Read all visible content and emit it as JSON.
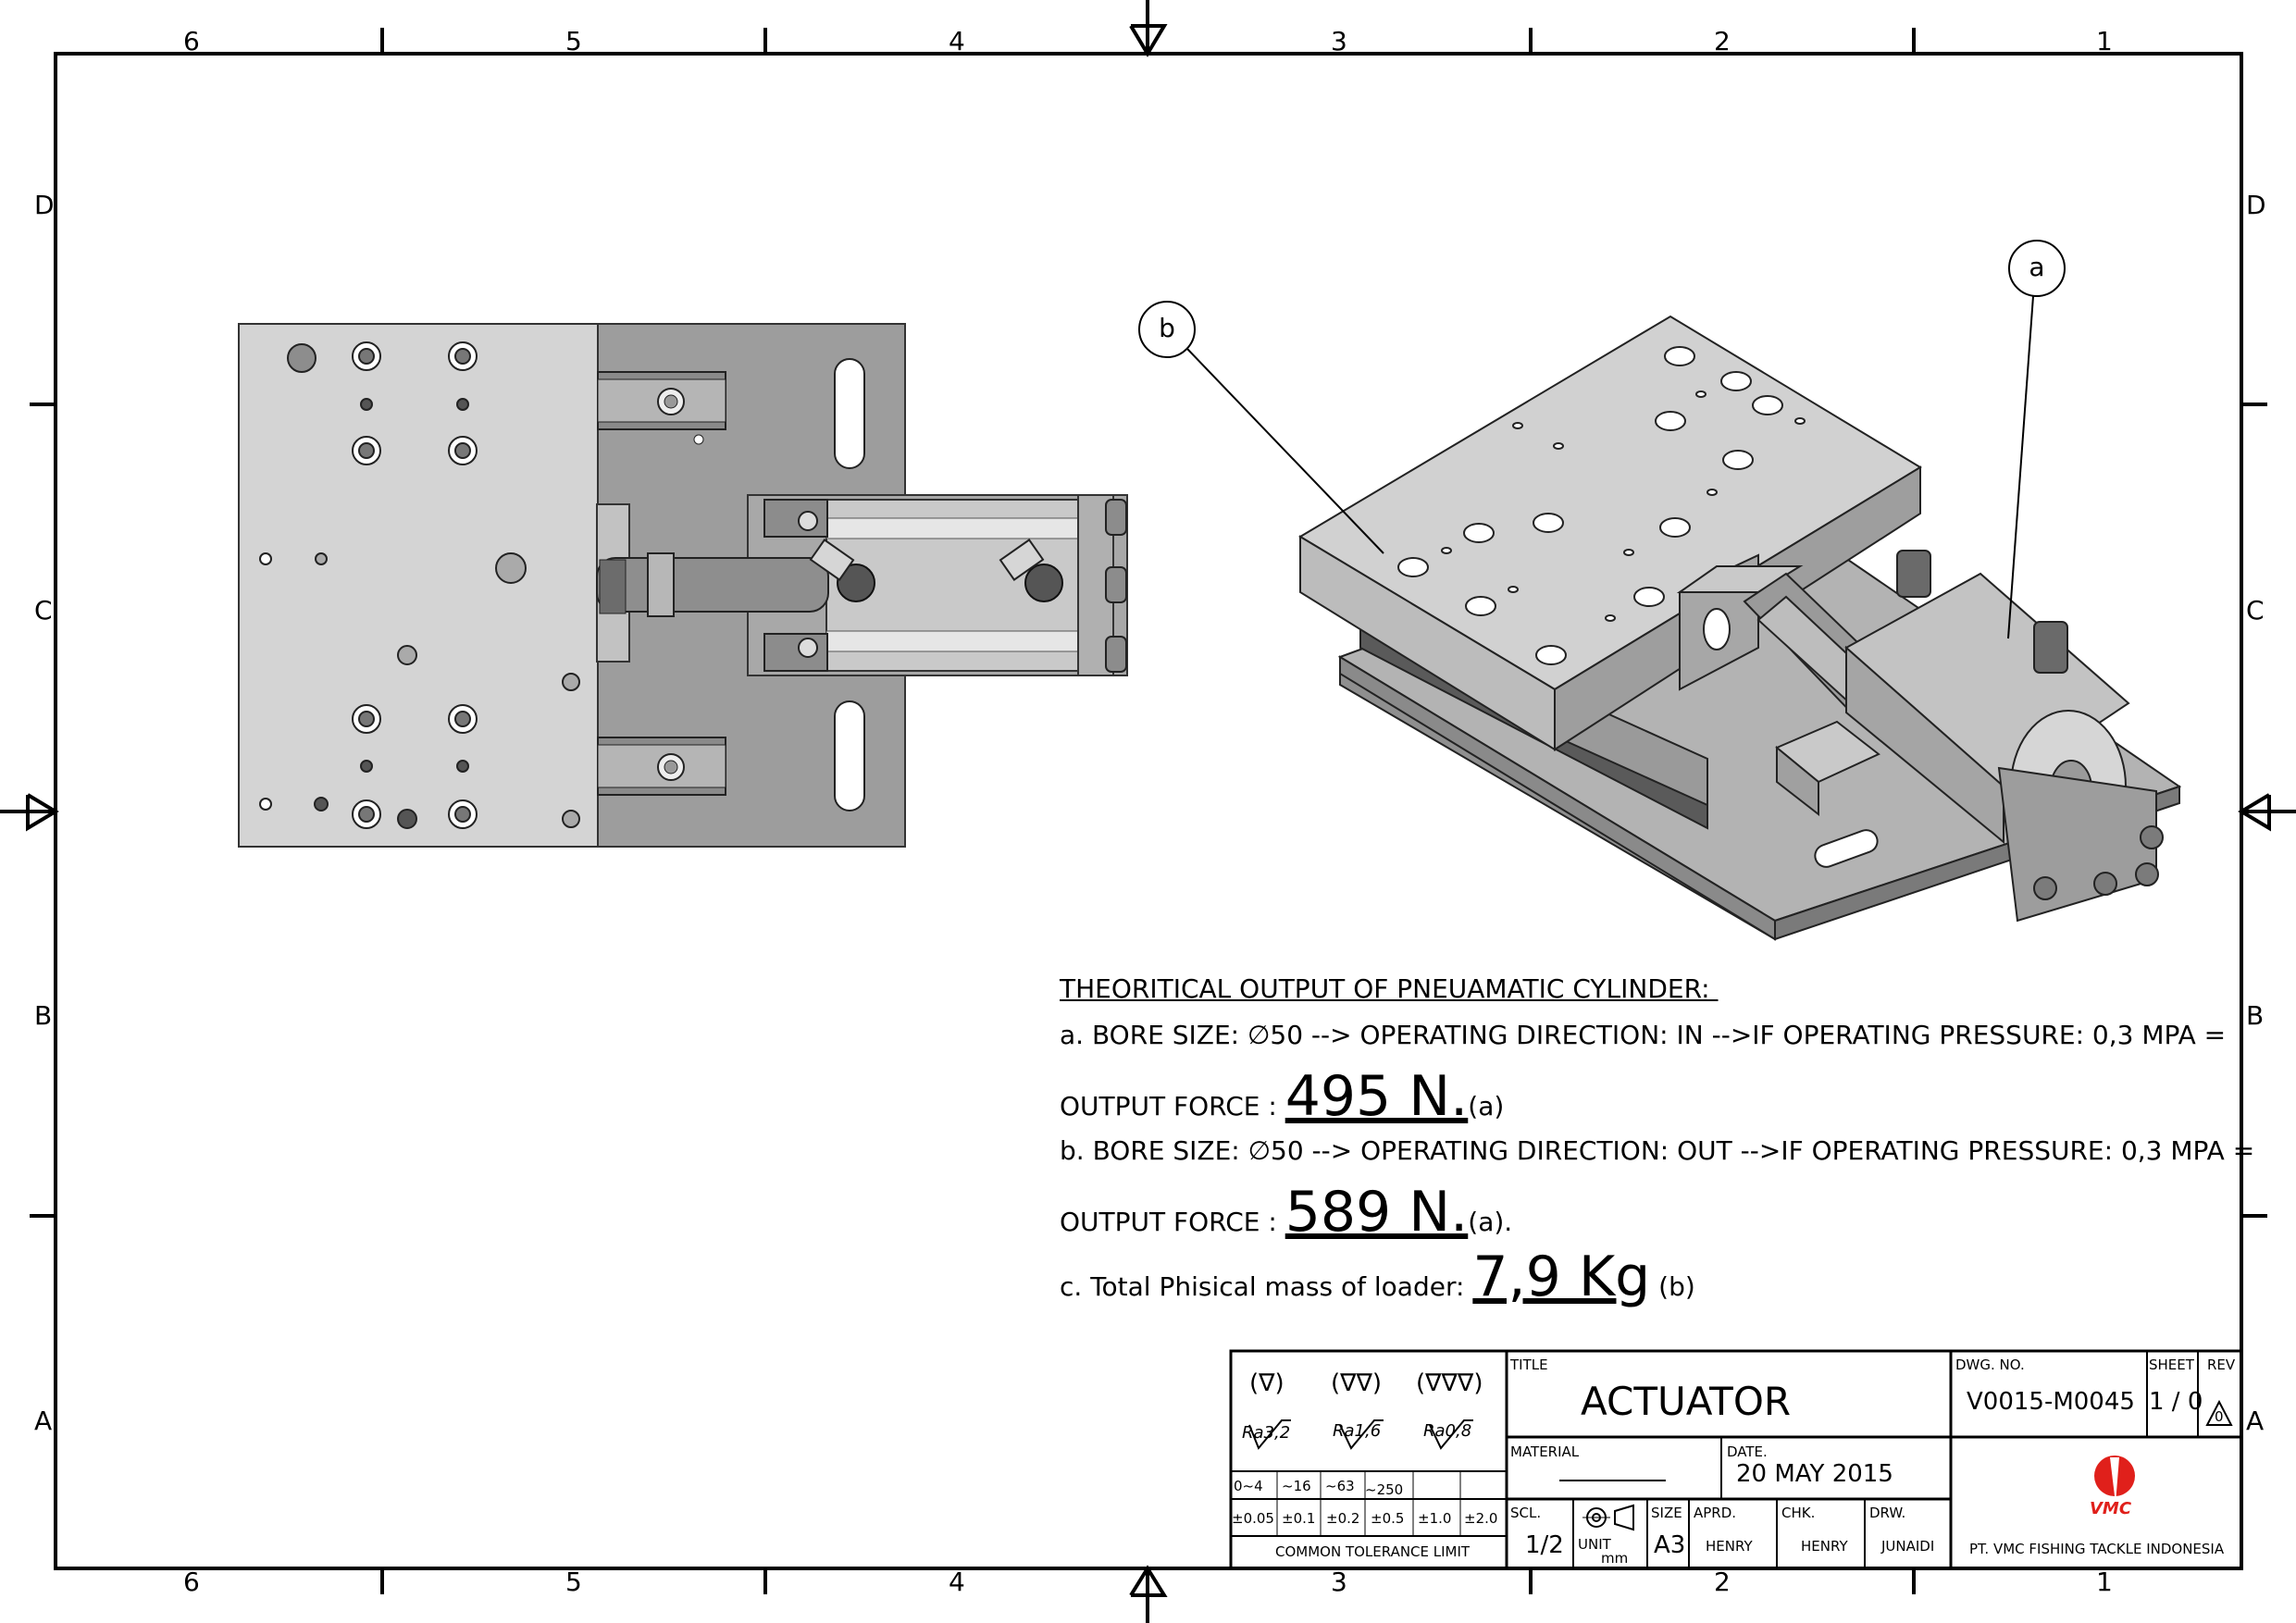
{
  "zones": {
    "columns": [
      "6",
      "5",
      "4",
      "3",
      "2",
      "1"
    ],
    "rows": [
      "D",
      "C",
      "B",
      "A"
    ]
  },
  "callouts": {
    "a": "a",
    "b": "b"
  },
  "notes": {
    "heading": "THEORITICAL OUTPUT OF PNEUAMATIC CYLINDER: ",
    "line_a": "a. BORE SIZE: ∅50 --> OPERATING DIRECTION: IN -->IF OPERATING PRESSURE: 0,3 MPA =",
    "force_label_1": "OUTPUT FORCE : ",
    "force_value_1": "495 N.",
    "force_ref_1": "(a)",
    "line_b": "b. BORE SIZE: ∅50 --> OPERATING DIRECTION: OUT -->IF OPERATING PRESSURE: 0,3 MPA =",
    "force_label_2": "OUTPUT FORCE : ",
    "force_value_2": "589 N.",
    "force_ref_2": "(a).",
    "line_c": "c. Total Phisical mass of loader:",
    "mass_value": "7,9 Kg",
    "mass_ref": "(b)"
  },
  "title_block": {
    "title_label": "TITLE",
    "title": "ACTUATOR",
    "dwg_no_label": "DWG. NO.",
    "dwg_no": "V0015-M0045",
    "sheet_label": "SHEET",
    "sheet": "1 / 0",
    "rev_label": "REV",
    "rev": "0",
    "material_label": "MATERIAL",
    "date_label": "DATE.",
    "date": "20 MAY 2015",
    "scale_label": "SCL.",
    "scale": "1/2",
    "unit_label": "UNIT",
    "unit": "mm",
    "size_label": "SIZE",
    "size": "A3",
    "aprd_label": "APRD.",
    "aprd": "HENRY",
    "chk_label": "CHK.",
    "chk": "HENRY",
    "drw_label": "DRW.",
    "drw": "JUNAIDI",
    "company": "PT. VMC FISHING TACKLE INDONESIA",
    "logo_text": "VMC",
    "surface": [
      "(∇)",
      "(∇∇)",
      "(∇∇∇)"
    ],
    "roughness": [
      "Ra3,2",
      "Ra1,6",
      "Ra0,8"
    ],
    "tolerance_ranges": [
      "0~4",
      "~16",
      "~63",
      "~250"
    ],
    "tolerance_values": [
      "±0.05",
      "±0.1",
      "±0.2",
      "±0.5",
      "±1.0",
      "±2.0"
    ],
    "tolerance_caption": "COMMON TOLERANCE LIMIT"
  }
}
